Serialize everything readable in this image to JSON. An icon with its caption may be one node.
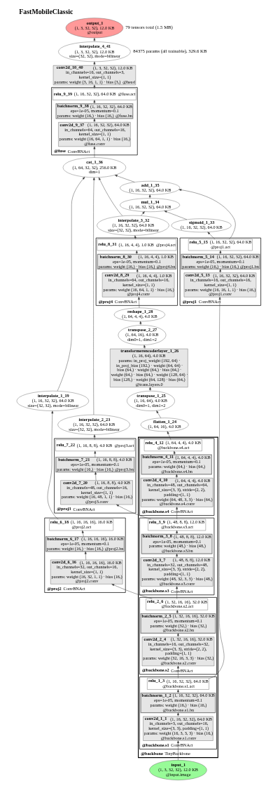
{
  "diagram": {
    "title": "FastMobileClassic",
    "labels": [
      "79 tensors total (1.5 MB)",
      "84375 params (all trainable), 329.6 KB"
    ],
    "nodes": [
      {
        "text": [
          "output_1",
          "(1, 3, 32, 32), 12.0 KB",
          "@output"
        ]
      },
      {
        "text": [
          "interpolate_4_41",
          "(1, 3, 32, 32), 12.0 KB",
          "size=(32, 32), mode=bilinear"
        ]
      },
      {
        "text": [
          "conv2d_10_40",
          "(1, 3, 32, 32), 12.0 KB",
          "in_channels=16, out_channels=3, kernel_size=(1, 1)",
          "params: weight (3, 16, 1, 1) · bias (3,)",
          "@head"
        ]
      },
      {
        "text": [
          "@fuse",
          "ConvBNAct"
        ]
      },
      {
        "text": [
          "relu_9_39",
          "(1, 16, 32, 32), 64.0 KB",
          "@fuse.act"
        ],
        "in": 3
      },
      {
        "text": [
          "batchnorm_9_38",
          "(1, 16, 32, 32), 64.0 KB",
          "eps=1e-05, momentum=0.1",
          "params: weight (16,) · bias (16,)",
          "@fuse.bn"
        ],
        "in": 3
      },
      {
        "text": [
          "conv2d_9_37",
          "(1, 16, 32, 32), 64.0 KB",
          "in_channels=64, out_channels=16, kernel_size=(1, 1)",
          "params: weight (16, 64, 1, 1) · bias (16,)",
          "@fuse.conv"
        ],
        "in": 3
      },
      {
        "text": [
          "cat_1_36",
          "(1, 64, 32, 32), 256.0 KB",
          "dim=1"
        ]
      },
      {
        "text": [
          "interpolate_1_19",
          "(1, 16, 32, 32), 64.0 KB",
          "size=(32, 32), mode=bilinear"
        ]
      },
      {
        "text": [
          "interpolate_2_23",
          "(1, 16, 32, 32), 64.0 KB",
          "size=(32, 32), mode=bilinear"
        ]
      },
      {
        "text": [
          "add_1_35",
          "(1, 16, 32, 32), 64.0 KB"
        ]
      },
      {
        "text": [
          "@proj2",
          "ConvBNAct"
        ]
      },
      {
        "text": [
          "relu_6_18",
          "(1, 16, 16, 16), 16.0 KB",
          "@proj2.act"
        ],
        "in": 11
      },
      {
        "text": [
          "batchnorm_6_17",
          "(1, 16, 16, 16), 16.0 KB",
          "eps=1e-05, momentum=0.1",
          "params: weight (16,) · bias (16,)",
          "@proj2.bn"
        ],
        "in": 11
      },
      {
        "text": [
          "conv2d_6_16",
          "(1, 16, 16, 16), 16.0 KB",
          "in_channels=32, out_channels=16, kernel_size=(1, 1)",
          "params: weight (16, 32, 1, 1) · bias (16,)",
          "@proj2.conv"
        ],
        "in": 11
      },
      {
        "text": [
          "@proj3",
          "ConvBNAct"
        ]
      },
      {
        "text": [
          "relu_7_22",
          "(1, 16, 8, 8), 4.0 KB",
          "@proj3.act"
        ],
        "in": 15
      },
      {
        "text": [
          "batchnorm_7_21",
          "(1, 16, 8, 8), 4.0 KB",
          "eps=1e-05, momentum=0.1",
          "params: weight (16,) · bias (16,)",
          "@proj3.bn"
        ],
        "in": 15
      },
      {
        "text": [
          "conv2d_7_20",
          "(1, 16, 8, 8), 4.0 KB",
          "in_channels=48, out_channels=16, kernel_size=(1, 1)",
          "params: weight (16, 48, 1, 1) · bias (16,)",
          "@proj3.conv"
        ],
        "in": 15
      },
      {
        "text": [
          "mul_1_34",
          "(1, 16, 32, 32), 64.0 KB"
        ]
      },
      {
        "text": [
          "interpolate_3_32",
          "(1, 16, 32, 32), 64.0 KB",
          "size=(32, 32), mode=bilinear"
        ]
      },
      {
        "text": [
          "sigmoid_1_33",
          "(1, 16, 32, 32), 64.0 KB"
        ]
      },
      {
        "text": [
          "@proj4",
          "ConvBNAct"
        ]
      },
      {
        "text": [
          "relu_8_31",
          "(1, 16, 4, 4), 1.0 KB",
          "@proj4.act"
        ],
        "in": 22
      },
      {
        "text": [
          "batchnorm_8_30",
          "(1, 16, 4, 4), 1.0 KB",
          "eps=1e-05, momentum=0.1",
          "params: weight (16,) · bias (16,)",
          "@proj4.bn"
        ],
        "in": 22
      },
      {
        "text": [
          "conv2d_8_29",
          "(1, 16, 4, 4), 1.0 KB",
          "in_channels=64, out_channels=16, kernel_size=(1, 1)",
          "params: weight (16, 64, 1, 1) · bias (16,)",
          "@proj4.conv"
        ],
        "in": 22
      },
      {
        "text": [
          "@proj1",
          "ConvBNAct"
        ]
      },
      {
        "text": [
          "relu_5_15",
          "(1, 16, 32, 32), 64.0 KB",
          "@proj1.act"
        ],
        "in": 26
      },
      {
        "text": [
          "batchnorm_5_14",
          "(1, 16, 32, 32), 64.0 KB",
          "eps=1e-05, momentum=0.1",
          "params: weight (16,) · bias (16,)",
          "@proj1.bn"
        ],
        "in": 26
      },
      {
        "text": [
          "conv2d_5_13",
          "(1, 16, 32, 32), 64.0 KB",
          "in_channels=16, out_channels=16, kernel_size=(1, 1)",
          "params: weight (16, 16, 1, 1) · bias (16,)",
          "@proj1.conv"
        ],
        "in": 26
      },
      {
        "text": [
          "reshape_1_28",
          "(1, 64, 4, 4), 4.0 KB"
        ]
      },
      {
        "text": [
          "transpose_2_27",
          "(1, 64, 16), 4.0 KB",
          "dim0=1, dim1=2"
        ]
      },
      {
        "text": [
          "transformerencoderlayer_1_26",
          "(1, 16, 64), 4.0 KB",
          "params: in_proj_weight (192, 64) · in_proj_bias (192,) · weight (64, 64) · bias (64,) · weight (64,) · bias (64,) · weight (64,) · bias (64,) · weight (128, 64) · bias (128,) · weight (64, 128) · bias (64,)",
          "@trans.layers.0"
        ]
      },
      {
        "text": [
          "transpose_1_25",
          "(1, 16, 64), 4.0 KB",
          "dim0=1, dim1=2"
        ]
      },
      {
        "text": [
          "flatten_1_24",
          "(1, 64, 16), 4.0 KB"
        ]
      },
      {
        "text": [
          "@backbone",
          "TinyBackbone"
        ]
      },
      {
        "text": [
          "@backbone.s4",
          "ConvBNAct"
        ],
        "in": 35
      },
      {
        "text": [
          "relu_4_12",
          "(1, 64, 4, 4), 4.0 KB",
          "@backbone.s4.act"
        ],
        "in": 36
      },
      {
        "text": [
          "batchnorm_4_11",
          "(1, 64, 4, 4), 4.0 KB",
          "eps=1e-05, momentum=0.1",
          "params: weight (64,) · bias (64,)",
          "@backbone.s4.bn"
        ],
        "in": 36
      },
      {
        "text": [
          "conv2d_4_10",
          "(1, 64, 4, 4), 4.0 KB",
          "in_channels=48, out_channels=64, kernel_size=(3, 3), stride=(2, 2), padding=(1, 1)",
          "params: weight (64, 48, 3, 3) · bias (64,)",
          "@backbone.s4.conv"
        ],
        "in": 36
      },
      {
        "text": [
          "@backbone.s3",
          "ConvBNAct"
        ],
        "in": 35
      },
      {
        "text": [
          "relu_3_9",
          "(1, 48, 8, 8), 12.0 KB",
          "@backbone.s3.act"
        ],
        "in": 40
      },
      {
        "text": [
          "batchnorm_3_8",
          "(1, 48, 8, 8), 12.0 KB",
          "eps=1e-05, momentum=0.1",
          "params: weight (48,) · bias (48,)",
          "@backbone.s3.bn"
        ],
        "in": 40
      },
      {
        "text": [
          "conv2d_3_7",
          "(1, 48, 8, 8), 12.0 KB",
          "in_channels=32, out_channels=48, kernel_size=(3, 3), stride=(2, 2), padding=(1, 1)",
          "params: weight (48, 32, 3, 3) · bias (48,)",
          "@backbone.s3.conv"
        ],
        "in": 40
      },
      {
        "text": [
          "@backbone.s2",
          "ConvBNAct"
        ],
        "in": 35
      },
      {
        "text": [
          "relu_2_6",
          "(1, 32, 16, 16), 32.0 KB",
          "@backbone.s2.act"
        ],
        "in": 44
      },
      {
        "text": [
          "batchnorm_2_5",
          "(1, 32, 16, 16), 32.0 KB",
          "eps=1e-05, momentum=0.1",
          "params: weight (32,) · bias (32,)",
          "@backbone.s2.bn"
        ],
        "in": 44
      },
      {
        "text": [
          "conv2d_2_4",
          "(1, 32, 16, 16), 32.0 KB",
          "in_channels=16, out_channels=32, kernel_size=(3, 3), stride=(2, 2), padding=(1, 1)",
          "params: weight (32, 16, 3, 3) · bias (32,)",
          "@backbone.s2.conv"
        ],
        "in": 44
      },
      {
        "text": [
          "@backbone.s1",
          "ConvBNAct"
        ],
        "in": 35
      },
      {
        "text": [
          "relu_1_3",
          "(1, 16, 32, 32), 64.0 KB",
          "@backbone.s1.act"
        ],
        "in": 48
      },
      {
        "text": [
          "batchnorm_1_2",
          "(1, 16, 32, 32), 64.0 KB",
          "eps=1e-05, momentum=0.1",
          "params: weight (16,) · bias (16,)",
          "@backbone.s1.bn"
        ],
        "in": 48
      },
      {
        "text": [
          "conv2d_1_1",
          "(1, 16, 32, 32), 64.0 KB",
          "in_channels=3, out_channels=16, kernel_size=(3, 3), padding=(1, 1)",
          "params: weight (16, 3, 3, 3) · bias (16,)",
          "@backbone.s1.conv"
        ],
        "in": 48
      },
      {
        "text": [
          "input_1",
          "(1, 3, 32, 32), 12.0 KB",
          "@input.image"
        ]
      }
    ],
    "edges": [
      {
        "from": 52,
        "to": 51,
        "arrow": "to"
      },
      {
        "from": 51,
        "to": 50,
        "arrow": "to"
      },
      {
        "from": 50,
        "to": 49,
        "arrow": "to"
      },
      {
        "from": 49,
        "to": 47,
        "arrow": "to"
      },
      {
        "from": 47,
        "to": 46,
        "arrow": "to"
      },
      {
        "from": 46,
        "to": 45,
        "arrow": "to"
      },
      {
        "from": 45,
        "to": 43,
        "arrow": "to"
      },
      {
        "from": 43,
        "to": 42,
        "arrow": "to"
      },
      {
        "from": 42,
        "to": 41,
        "arrow": "to"
      },
      {
        "from": 41,
        "to": 39,
        "arrow": "to"
      },
      {
        "from": 39,
        "to": 38,
        "arrow": "to"
      },
      {
        "from": 38,
        "to": 37,
        "arrow": "to"
      },
      {
        "from": 37,
        "to": 34,
        "arrow": "to"
      },
      {
        "from": 34,
        "to": 33,
        "arrow": "to"
      },
      {
        "from": 33,
        "to": 32,
        "arrow": "to"
      },
      {
        "from": 32,
        "to": 31,
        "arrow": "to"
      },
      {
        "from": 31,
        "to": 30,
        "arrow": "to"
      },
      {
        "from": 30,
        "to": 25,
        "arrow": "to"
      },
      {
        "from": 25,
        "to": 24,
        "arrow": "to"
      },
      {
        "from": 24,
        "to": 23,
        "arrow": "to"
      },
      {
        "from": 23,
        "to": 20,
        "arrow": "to"
      },
      {
        "from": 49,
        "to": 29,
        "arrow": "to"
      },
      {
        "from": 29,
        "to": 28,
        "arrow": "to"
      },
      {
        "from": 28,
        "to": 27,
        "arrow": "to"
      },
      {
        "from": 27,
        "to": 21,
        "arrow": "to"
      },
      {
        "from": 20,
        "to": 19,
        "arrow": "to"
      },
      {
        "from": 21,
        "to": 19,
        "arrow": "to"
      },
      {
        "from": 19,
        "to": 10,
        "arrow": "to"
      },
      {
        "from": 27,
        "to": 10,
        "arrow": "to"
      },
      {
        "from": 45,
        "to": 14,
        "arrow": "to"
      },
      {
        "from": 14,
        "to": 13,
        "arrow": "to"
      },
      {
        "from": 13,
        "to": 12,
        "arrow": "to"
      },
      {
        "from": 12,
        "to": 8,
        "arrow": "to"
      },
      {
        "from": 41,
        "to": 18,
        "arrow": "to"
      },
      {
        "from": 18,
        "to": 17,
        "arrow": "to"
      },
      {
        "from": 17,
        "to": 16,
        "arrow": "to"
      },
      {
        "from": 16,
        "to": 9,
        "arrow": "to"
      },
      {
        "from": 8,
        "to": 7,
        "arrow": "to"
      },
      {
        "from": 9,
        "to": 7,
        "arrow": "to"
      },
      {
        "from": 20,
        "to": 7,
        "arrow": "to"
      },
      {
        "from": 10,
        "to": 7,
        "arrow": "to"
      },
      {
        "from": 7,
        "to": 6,
        "arrow": "to"
      },
      {
        "from": 6,
        "to": 5,
        "arrow": "to"
      },
      {
        "from": 5,
        "to": 4,
        "arrow": "to"
      },
      {
        "from": 4,
        "to": 2,
        "arrow": "to"
      },
      {
        "from": 2,
        "to": 1,
        "arrow": "to"
      },
      {
        "from": 1,
        "to": 0,
        "arrow": "to"
      }
    ]
  }
}
